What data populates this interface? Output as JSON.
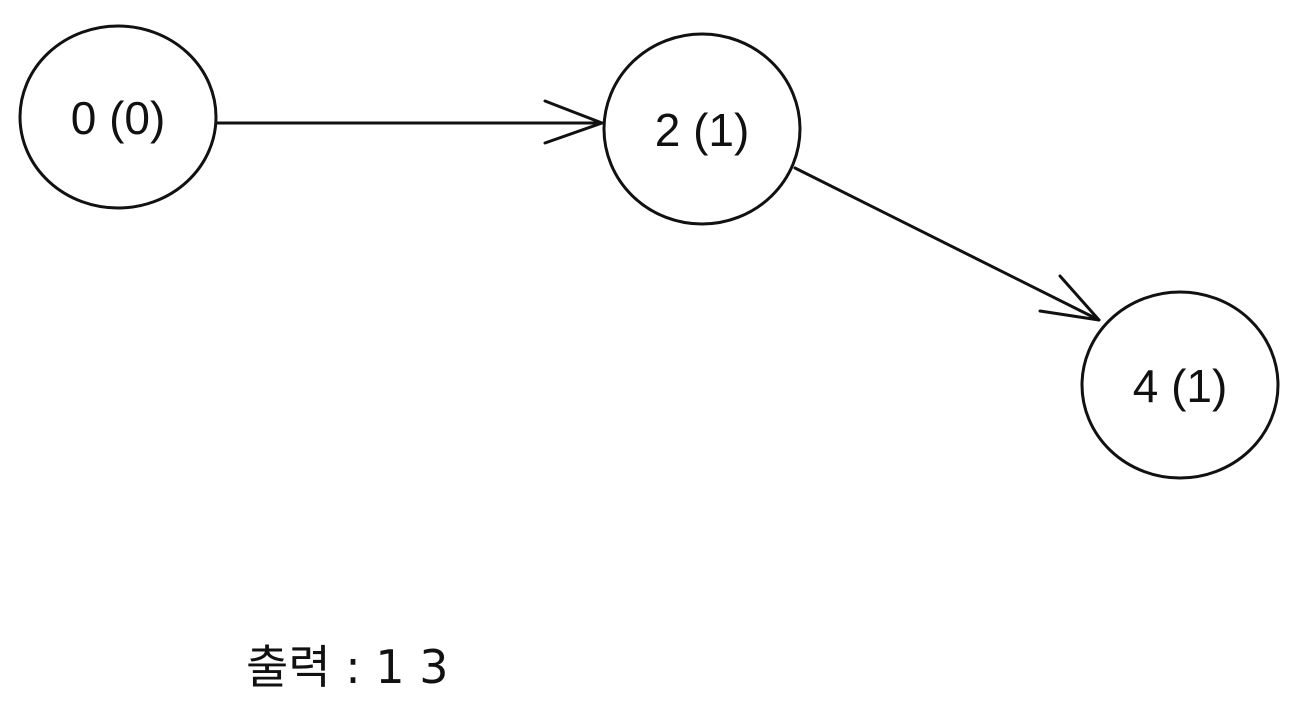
{
  "nodes": [
    {
      "id": "node-0",
      "label": "0 (0)"
    },
    {
      "id": "node-2",
      "label": "2 (1)"
    },
    {
      "id": "node-4",
      "label": "4 (1)"
    }
  ],
  "edges": [
    {
      "from": "node-0",
      "to": "node-2"
    },
    {
      "from": "node-2",
      "to": "node-4"
    }
  ],
  "output": {
    "text": "출력 : 1 3"
  },
  "colors": {
    "stroke": "#111111",
    "background": "#ffffff"
  }
}
